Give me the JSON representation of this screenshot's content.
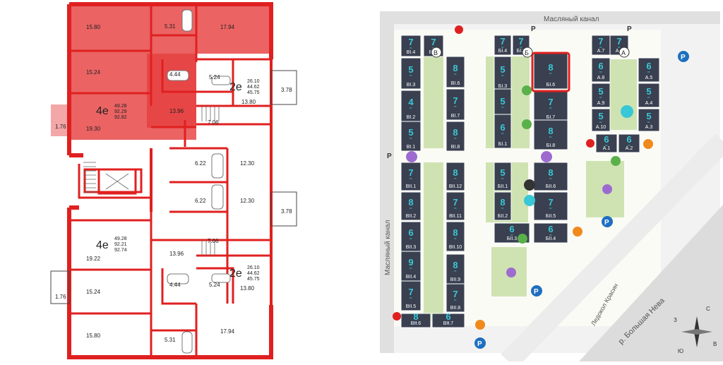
{
  "plan": {
    "rooms": {
      "a4_r1": "15.80",
      "a4_r2": "15.24",
      "a4_r3": "19.30",
      "a4_bath": "5.31",
      "a4_kitchen": "17.94",
      "a4_wc": "4.44",
      "a4_hall": "13.96",
      "a4_loggia": "1.76",
      "a2_bath": "5.24",
      "a2_r1": "13.80",
      "a2_balcony": "3.78",
      "a2_hall": "7.06",
      "a2_wc": "6.22",
      "a2_r2": "12.30",
      "b2_r1": "12.30",
      "b2_wc": "6.22",
      "b2_balcony": "3.78",
      "b2_hall": "7.06",
      "b2_r2": "13.80",
      "b2_bath": "5.24",
      "b4_hall": "13.96",
      "b4_r1": "19.22",
      "b4_r2": "15.24",
      "b4_wc": "4.44",
      "b4_loggia": "1.76",
      "b4_r3": "15.80",
      "b4_bath": "5.31",
      "b4_kitchen": "17.94"
    },
    "apartments": [
      {
        "type": "4е",
        "areas": [
          "49.28",
          "92.29",
          "92.82"
        ],
        "highlighted": true
      },
      {
        "type": "2е",
        "areas": [
          "26.10",
          "44.62",
          "45.75"
        ],
        "highlighted": false
      },
      {
        "type": "4е",
        "areas": [
          "49.28",
          "92.21",
          "92.74"
        ],
        "highlighted": false
      },
      {
        "type": "2е",
        "areas": [
          "26.10",
          "44.62",
          "45.75"
        ],
        "highlighted": false
      }
    ],
    "highlight_color": "#e63c3c"
  },
  "map": {
    "canal_top": "Масляный канал",
    "canal_left": "Масляный канал",
    "embankment": "р. Большая Нева",
    "ship": "Ледокол Красин",
    "floors_unit": "эт.",
    "entrances": [
      "В",
      "Б",
      "А"
    ],
    "parking": "P",
    "compass": [
      "С",
      "В",
      "Ю",
      "З"
    ],
    "buildings": [
      {
        "id": "BI4",
        "label": "БI.4",
        "floors": "7"
      },
      {
        "id": "BI5",
        "label": "БI.5",
        "floors": "7"
      },
      {
        "id": "BI3",
        "label": "БI.3",
        "floors": "5"
      },
      {
        "id": "BI6",
        "label": "БI.6",
        "floors": "8",
        "selected": true
      },
      {
        "id": "BI2",
        "label": "БI.2",
        "floors": "5"
      },
      {
        "id": "BI7",
        "label": "БI.7",
        "floors": "7"
      },
      {
        "id": "BI1",
        "label": "БI.1",
        "floors": "6"
      },
      {
        "id": "BI8",
        "label": "БI.8",
        "floors": "8"
      },
      {
        "id": "BII1",
        "label": "БII.1",
        "floors": "5"
      },
      {
        "id": "BII6",
        "label": "БII.6",
        "floors": "8"
      },
      {
        "id": "BII2",
        "label": "БII.2",
        "floors": "8"
      },
      {
        "id": "BII5",
        "label": "БII.5",
        "floors": "7"
      },
      {
        "id": "BII3",
        "label": "БII.3",
        "floors": "6"
      },
      {
        "id": "BII4",
        "label": "БII.4",
        "floors": "6"
      },
      {
        "id": "VI4",
        "label": "ВI.4",
        "floors": "7"
      },
      {
        "id": "VI5",
        "label": "ВI.5",
        "floors": "7"
      },
      {
        "id": "VI3",
        "label": "ВI.3",
        "floors": "5"
      },
      {
        "id": "VI6",
        "label": "ВI.6",
        "floors": "8"
      },
      {
        "id": "VI2",
        "label": "ВI.2",
        "floors": "4"
      },
      {
        "id": "VI7",
        "label": "ВI.7",
        "floors": "7"
      },
      {
        "id": "VI1",
        "label": "ВI.1",
        "floors": "5"
      },
      {
        "id": "VI8",
        "label": "ВI.8",
        "floors": "8"
      },
      {
        "id": "VII1",
        "label": "ВII.1",
        "floors": "7"
      },
      {
        "id": "VII12",
        "label": "ВII.12",
        "floors": "8"
      },
      {
        "id": "VII2",
        "label": "ВII.2",
        "floors": "8"
      },
      {
        "id": "VII11",
        "label": "ВII.11",
        "floors": "7"
      },
      {
        "id": "VII3",
        "label": "ВII.3",
        "floors": "6"
      },
      {
        "id": "VII10",
        "label": "ВII.10",
        "floors": "8"
      },
      {
        "id": "VII4",
        "label": "ВII.4",
        "floors": "9"
      },
      {
        "id": "VII9",
        "label": "ВII.9",
        "floors": "8"
      },
      {
        "id": "VII5",
        "label": "ВII.5",
        "floors": "7"
      },
      {
        "id": "VII8",
        "label": "ВII.8",
        "floors": "7"
      },
      {
        "id": "VII6",
        "label": "ВII.6",
        "floors": "8"
      },
      {
        "id": "VII7",
        "label": "ВII.7",
        "floors": "6"
      },
      {
        "id": "A7",
        "label": "А.7",
        "floors": "7"
      },
      {
        "id": "A6",
        "label": "А.6",
        "floors": "7"
      },
      {
        "id": "A8",
        "label": "А.8",
        "floors": "6"
      },
      {
        "id": "A5",
        "label": "А.5",
        "floors": "6"
      },
      {
        "id": "A9",
        "label": "А.9",
        "floors": "5"
      },
      {
        "id": "A4",
        "label": "А.4",
        "floors": "5"
      },
      {
        "id": "A10",
        "label": "А.10",
        "floors": "5"
      },
      {
        "id": "A3",
        "label": "А.3",
        "floors": "5"
      },
      {
        "id": "A1",
        "label": "А.1",
        "floors": "6"
      },
      {
        "id": "A2",
        "label": "А.2",
        "floors": "6"
      }
    ]
  }
}
